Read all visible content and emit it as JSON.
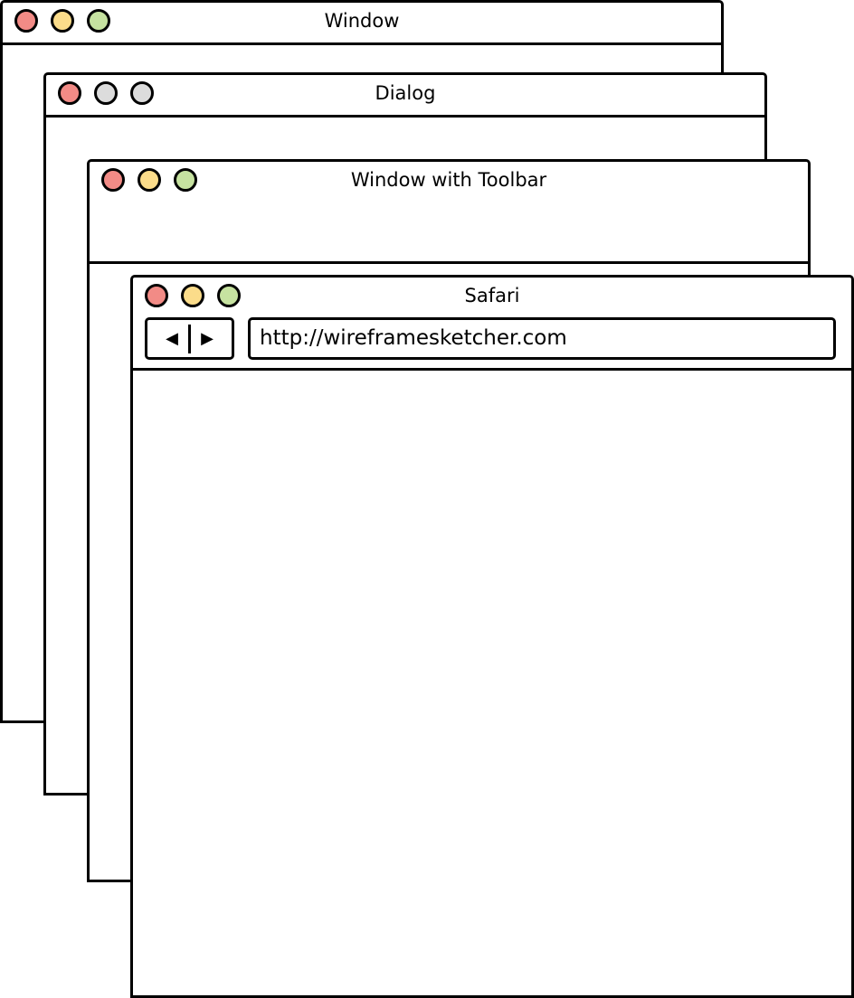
{
  "colors": {
    "close": "#f28b86",
    "minimize": "#fbdc8a",
    "zoom": "#c6e2a0",
    "disabled": "#dcdcdc",
    "stroke": "#000000"
  },
  "windows": [
    {
      "type": "window",
      "title": "Window",
      "buttons": [
        "close",
        "minimize",
        "zoom"
      ]
    },
    {
      "type": "dialog",
      "title": "Dialog",
      "buttons": [
        "close",
        "minimize-disabled",
        "zoom-disabled"
      ]
    },
    {
      "type": "window-with-toolbar",
      "title": "Window with Toolbar",
      "buttons": [
        "close",
        "minimize",
        "zoom"
      ]
    },
    {
      "type": "browser",
      "title": "Safari",
      "buttons": [
        "close",
        "minimize",
        "zoom"
      ],
      "nav": {
        "back_icon": "◀",
        "forward_icon": "▶"
      },
      "url": "http://wireframesketcher.com"
    }
  ]
}
